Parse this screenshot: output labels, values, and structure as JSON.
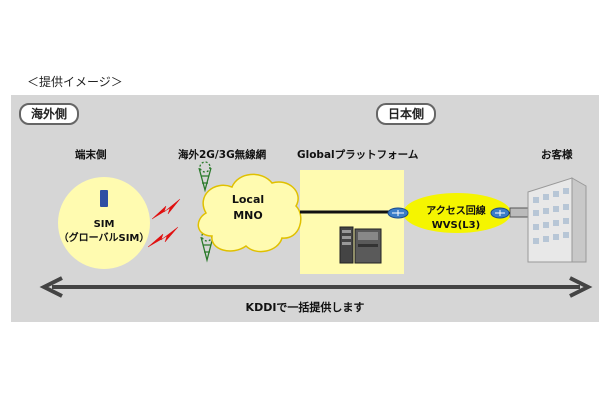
{
  "caption": "＜提供イメージ＞",
  "sides": {
    "left": "海外側",
    "right": "日本側"
  },
  "headers": {
    "terminal": "端末側",
    "wireless": "海外2G/3G無線網",
    "platform": "Globalプラットフォーム",
    "customer": "お客様"
  },
  "sim": {
    "line1": "SIM",
    "line2": "（グローバルSIM）"
  },
  "cloud": {
    "line1": "Local",
    "line2": "MNO"
  },
  "access": {
    "line1": "アクセス回線",
    "line2": "WVS(L3)"
  },
  "bottom_arrow": "KDDIで一括提供します",
  "colors": {
    "yellow": "#fffbb0",
    "panel": "#d6d6d6",
    "sim_chip": "#2f4fa3",
    "access_ellipse": "#f5f500"
  },
  "icons": [
    "antenna-icon",
    "lightning-icon",
    "server-icon",
    "router-icon",
    "building-icon"
  ]
}
